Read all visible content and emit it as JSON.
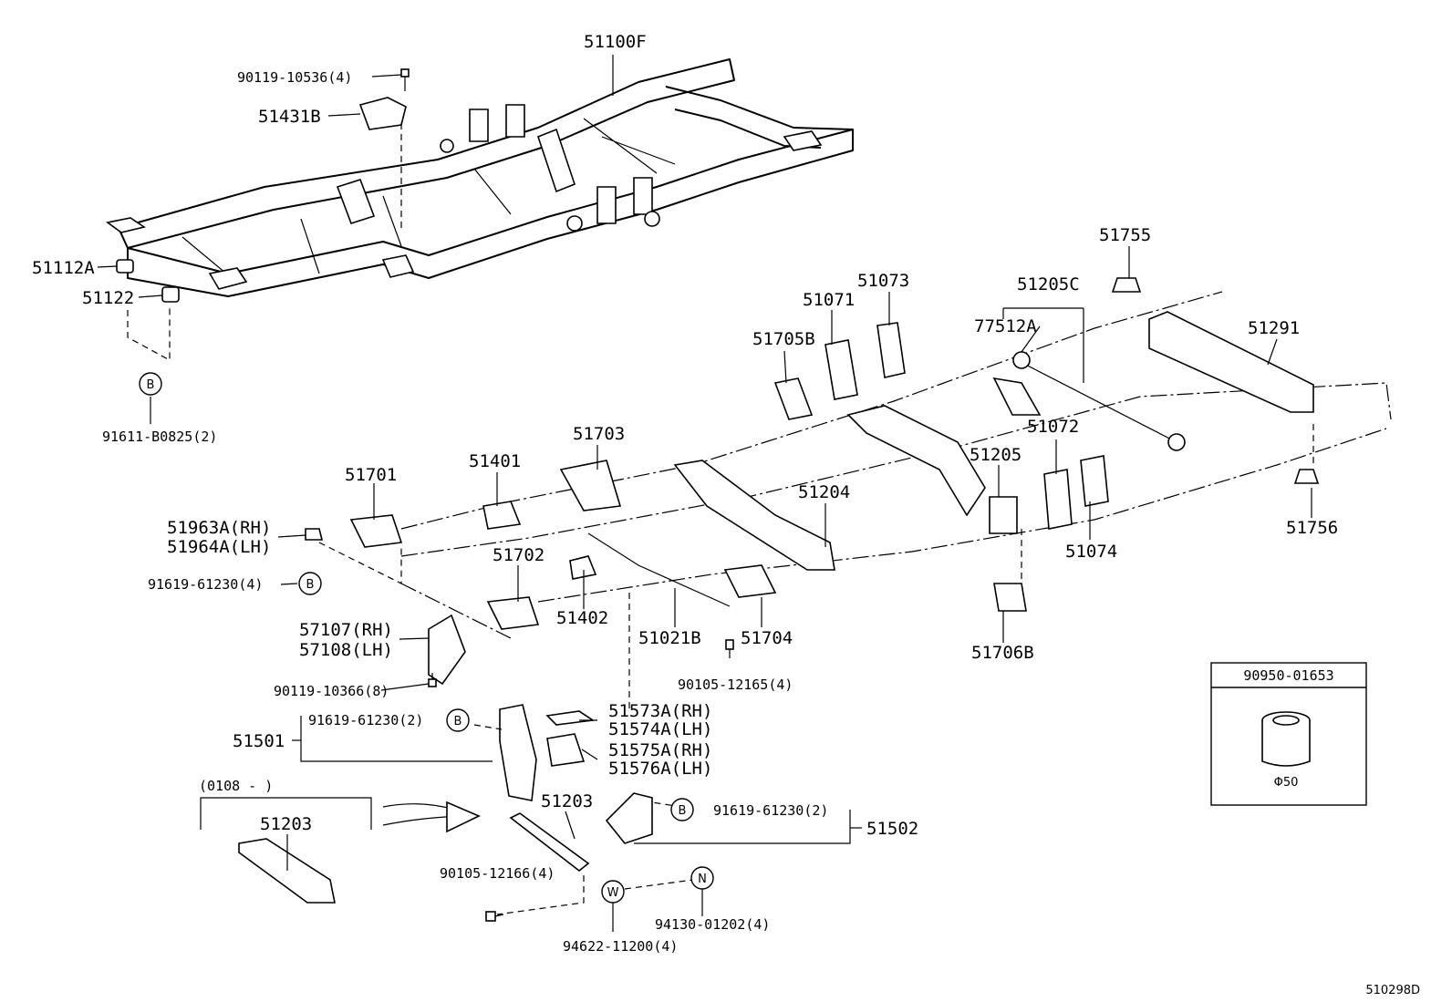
{
  "diagram_code": "510298D",
  "inset": {
    "part_no": "90950-01653",
    "dimension": "Φ50"
  },
  "date_range_label": "(0108 -       )",
  "callout_symbols": {
    "B": "B",
    "W": "W",
    "N": "N"
  },
  "labels": {
    "p51100F": "51100F",
    "p90119_10536": "90119-10536(4)",
    "p51431B": "51431B",
    "p51112A": "51112A",
    "p51122": "51122",
    "p91611_B0825": "91611-B0825(2)",
    "p51755": "51755",
    "p51205C": "51205C",
    "p51073": "51073",
    "p51071": "51071",
    "p77512A": "77512A",
    "p51291": "51291",
    "p51705B": "51705B",
    "p51072": "51072",
    "p51703": "51703",
    "p51401": "51401",
    "p51701": "51701",
    "p51205": "51205",
    "p51204": "51204",
    "p51963A": "51963A(RH)",
    "p51964A": "51964A(LH)",
    "p91619_61230_4": "91619-61230(4)",
    "p51702": "51702",
    "p51756": "51756",
    "p51074": "51074",
    "p51402": "51402",
    "p57107": "57107(RH)",
    "p57108": "57108(LH)",
    "p51021B": "51021B",
    "p51704": "51704",
    "p51706B": "51706B",
    "p90119_10366": "90119-10366(8)",
    "p90105_12165": "90105-12165(4)",
    "p91619_61230_2a": "91619-61230(2)",
    "p51573A": "51573A(RH)",
    "p51574A": "51574A(LH)",
    "p51501": "51501",
    "p51575A": "51575A(RH)",
    "p51576A": "51576A(LH)",
    "p51203a": "51203",
    "p51203b": "51203",
    "p91619_61230_2b": "91619-61230(2)",
    "p51502": "51502",
    "p90105_12166": "90105-12166(4)",
    "p94130_01202": "94130-01202(4)",
    "p94622_11200": "94622-11200(4)"
  }
}
